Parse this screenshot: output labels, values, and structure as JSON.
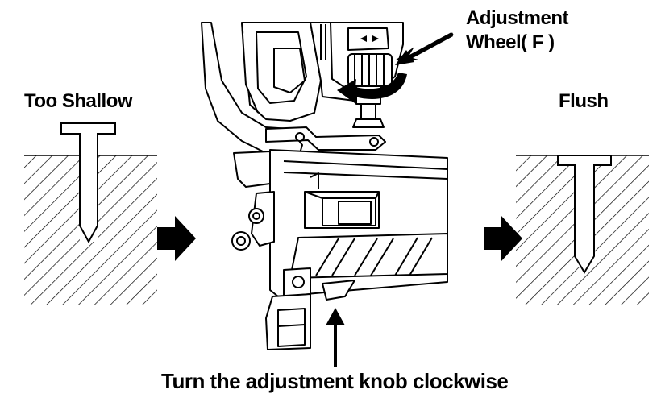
{
  "labels": {
    "too_shallow": "Too Shallow",
    "flush": "Flush",
    "adjustment_wheel_line1": "Adjustment",
    "adjustment_wheel_line2": "Wheel( F )",
    "caption": "Turn the adjustment knob clockwise"
  },
  "colors": {
    "ink": "#000000",
    "paper": "#ffffff"
  },
  "icons": {
    "direction_arrows": "right-arrow-icon",
    "pointer_arrows": "pointer-arrow-icon",
    "rotation": "clockwise-rotation-icon"
  }
}
